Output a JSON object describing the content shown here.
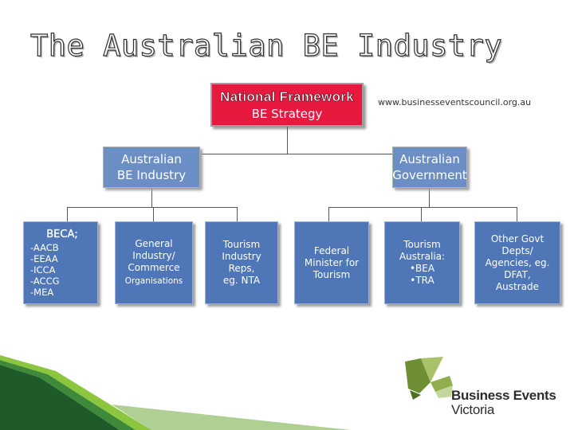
{
  "slide": {
    "title": "The Australian BE Industry",
    "website": "www.businesseventscouncil.org.au"
  },
  "nodes": {
    "national": {
      "line1": "National Framework",
      "line2": "BE Strategy"
    },
    "industry": {
      "line1": "Australian",
      "line2": "BE Industry"
    },
    "government": {
      "line1": "Australian",
      "line2": "Government"
    },
    "beca": {
      "heading": "BECA;",
      "items": [
        "-AACB",
        "-EEAA",
        "-ICCA",
        "-ACCG",
        "-MEA"
      ]
    },
    "general": {
      "line1": "General",
      "line2": "Industry/",
      "line3": "Commerce",
      "line4": "Organisations"
    },
    "tourism_industry": {
      "line1": "Tourism",
      "line2": "Industry",
      "line3": "Reps,",
      "line4": "eg. NTA"
    },
    "federal": {
      "line1": "Federal",
      "line2": "Minister for",
      "line3": "Tourism"
    },
    "tourism_australia": {
      "line1": "Tourism",
      "line2": "Australia:",
      "line3": "•BEA",
      "line4": "•TRA"
    },
    "other_govt": {
      "line1": "Other Govt",
      "line2": "Depts/",
      "line3": "Agencies, eg.",
      "line4": "DFAT,",
      "line5": "Austrade"
    }
  },
  "logo": {
    "line1": "Business Events",
    "line2": "Victoria"
  },
  "colors": {
    "national_fill": "#e8193f",
    "mid_fill": "#6b8fc4",
    "leaf_fill": "#4f76b6",
    "logo_green": "#7a9a3a"
  }
}
